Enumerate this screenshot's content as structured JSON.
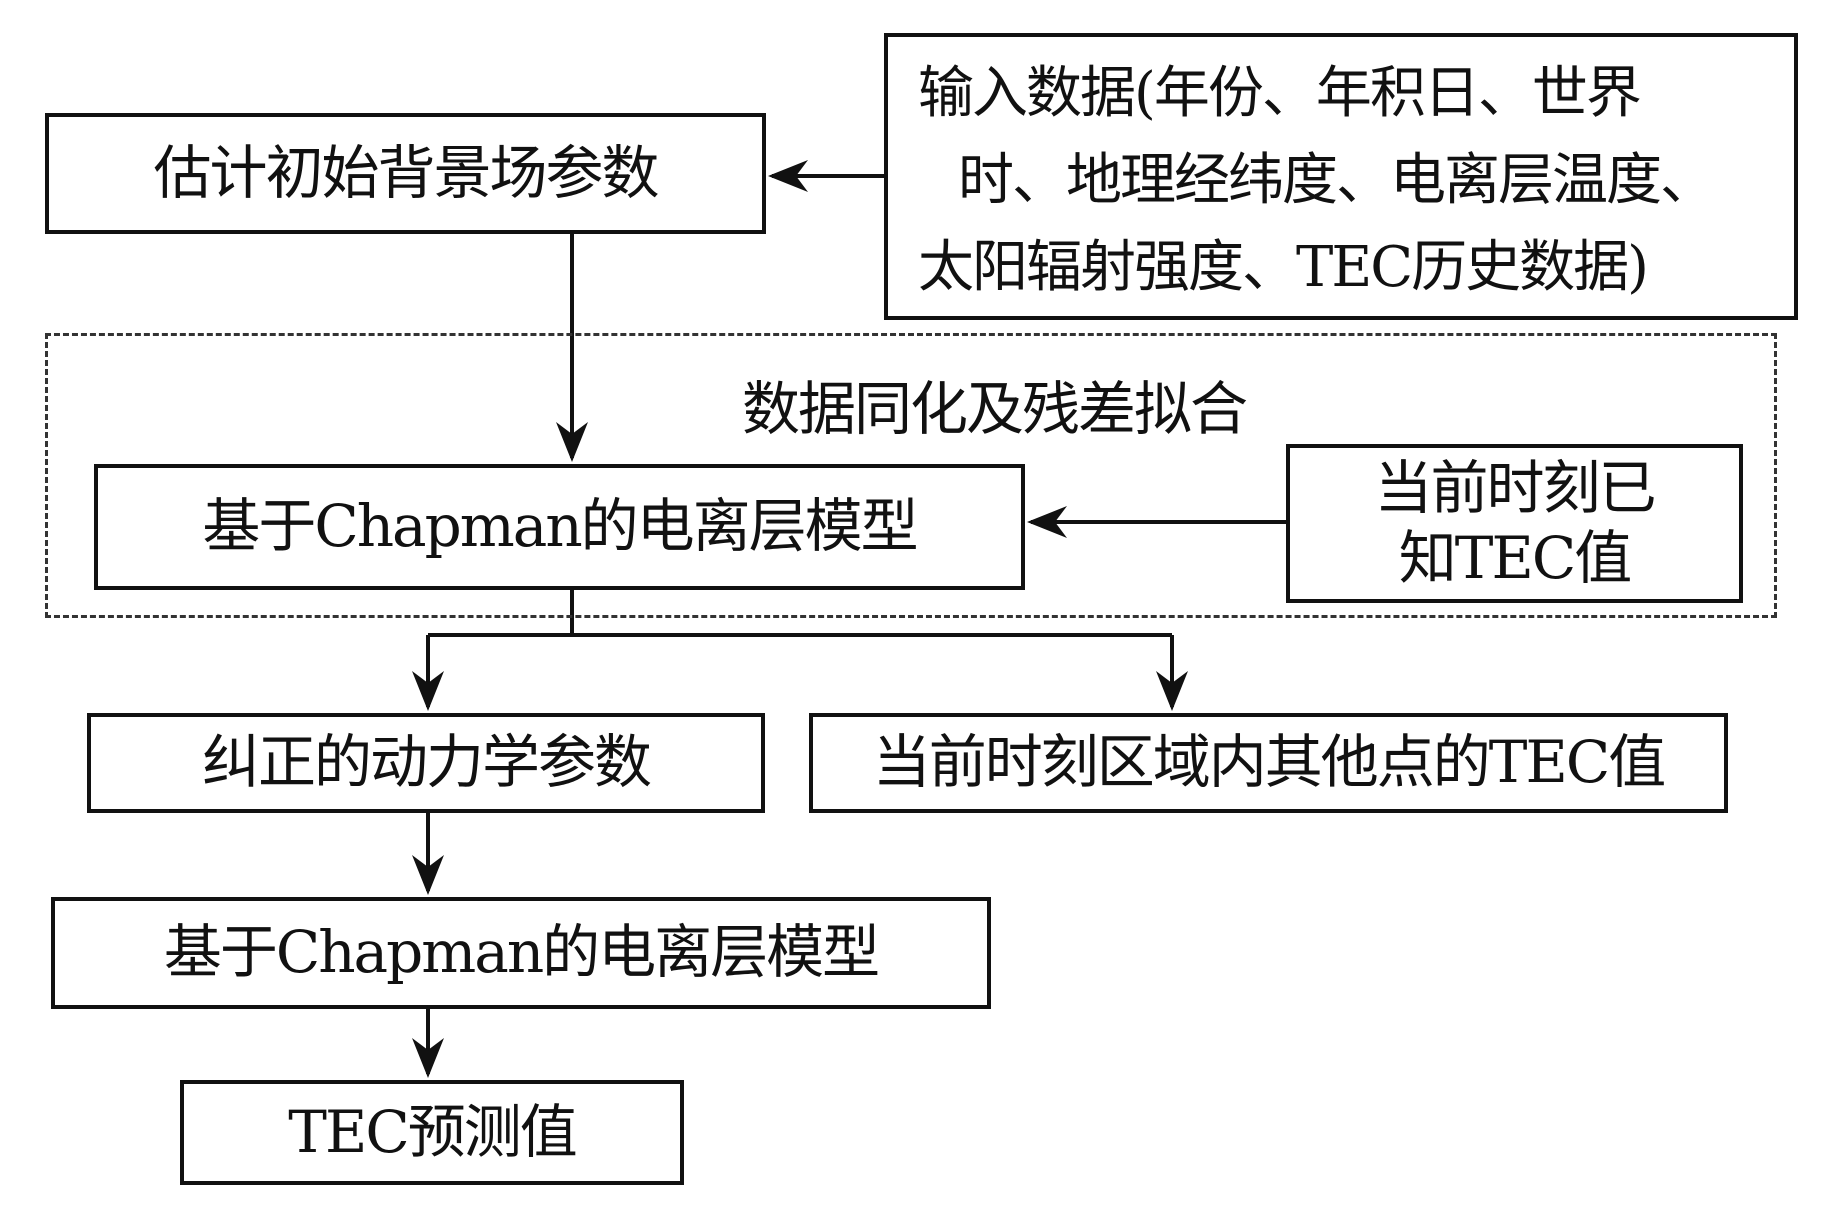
{
  "diagram": {
    "input_box": {
      "lines": [
        "输入数据(年份、年积日、世界",
        "时、地理经纬度、电离层温度、",
        "太阳辐射强度、TEC历史数据)"
      ]
    },
    "estimate_box": "估计初始背景场参数",
    "group_title": "数据同化及残差拟合",
    "chapman_model_1": "基于Chapman的电离层模型",
    "known_tec_box": {
      "lines": [
        "当前时刻已",
        "知TEC值"
      ]
    },
    "corrected_params_box": "纠正的动力学参数",
    "other_points_box": "当前时刻区域内其他点的TEC值",
    "chapman_model_2": "基于Chapman的电离层模型",
    "tec_prediction_box": "TEC预测值",
    "edges": [
      {
        "from": "input_box",
        "to": "estimate_box"
      },
      {
        "from": "estimate_box",
        "to": "chapman_model_1"
      },
      {
        "from": "known_tec_box",
        "to": "chapman_model_1"
      },
      {
        "from": "chapman_model_1",
        "to": "corrected_params_box"
      },
      {
        "from": "chapman_model_1",
        "to": "other_points_box"
      },
      {
        "from": "corrected_params_box",
        "to": "chapman_model_2"
      },
      {
        "from": "chapman_model_2",
        "to": "tec_prediction_box"
      }
    ]
  }
}
